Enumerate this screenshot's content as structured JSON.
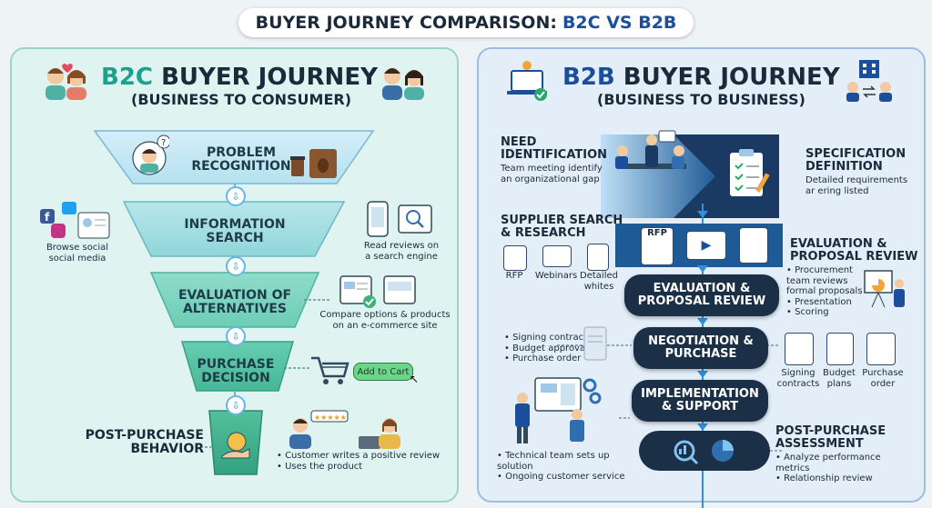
{
  "title": {
    "main": "BUYER JOURNEY COMPARISON:",
    "accent": "B2C VS B2B"
  },
  "b2c": {
    "heading_accent": "B2C",
    "heading_rest": "BUYER JOURNEY",
    "subheading": "(BUSINESS TO CONSUMER)",
    "stages": [
      {
        "label": "PROBLEM\nRECOGNITION"
      },
      {
        "label": "INFORMATION\nSEARCH"
      },
      {
        "label": "EVALUATION OF\nALTERNATIVES"
      },
      {
        "label": "PURCHASE\nDECISION"
      },
      {
        "label": "POST-PURCHASE\nBEHAVIOR"
      }
    ],
    "notes": {
      "browse": "Browse social\nsocial media",
      "reviews": "Read reviews on\na search engine",
      "compare": "Compare options & products\non an e-commerce site",
      "add_to_cart": "Add to Cart",
      "post_bullets": [
        "Customer writes a positive review",
        "Uses the product"
      ]
    },
    "colors": {
      "accent": "#1fa08c"
    }
  },
  "b2b": {
    "heading_accent": "B2B",
    "heading_rest": "BUYER JOURNEY",
    "subheading": "(BUSINESS TO BUSINESS)",
    "need": {
      "title": "NEED\nIDENTIFICATION",
      "desc": "Team meeting identify\nan organizational gap"
    },
    "spec": {
      "title": "SPECIFICATION\nDEFINITION",
      "desc": "Detailed requirements\nar ering listed"
    },
    "supplier": {
      "title": "SUPPLIER SEARCH\n& RESEARCH",
      "icons": [
        "RFP",
        "Webinars",
        "Detailed\nwhites"
      ]
    },
    "rfp_doc": "RFP",
    "evaluation_side": {
      "title": "EVALUATION &\nPROPOSAL REVIEW",
      "bullets": [
        "Procurement\nteam reviews\nformal proposals",
        "Presentation",
        "Scoring"
      ]
    },
    "stages": [
      {
        "label": "EVALUATION &\nPROPOSAL REVIEW"
      },
      {
        "label": "NEGOTIATION &\nPURCHASE"
      },
      {
        "label": "IMPLEMENTATION\n& SUPPORT"
      }
    ],
    "negotiation_bullets": [
      "Signing contracts",
      "Budget approval",
      "Purchase order"
    ],
    "negotiation_icons": [
      "Signing\ncontracts",
      "Budget\nplans",
      "Purchase\norder"
    ],
    "impl_bullets": [
      "Technical team sets up solution",
      "Ongoing customer service"
    ],
    "post": {
      "title": "POST-PURCHASE\nASSESSMENT",
      "bullets": [
        "Analyze performance metrics",
        "Relationship review"
      ]
    },
    "colors": {
      "accent": "#1c4f9b"
    }
  }
}
